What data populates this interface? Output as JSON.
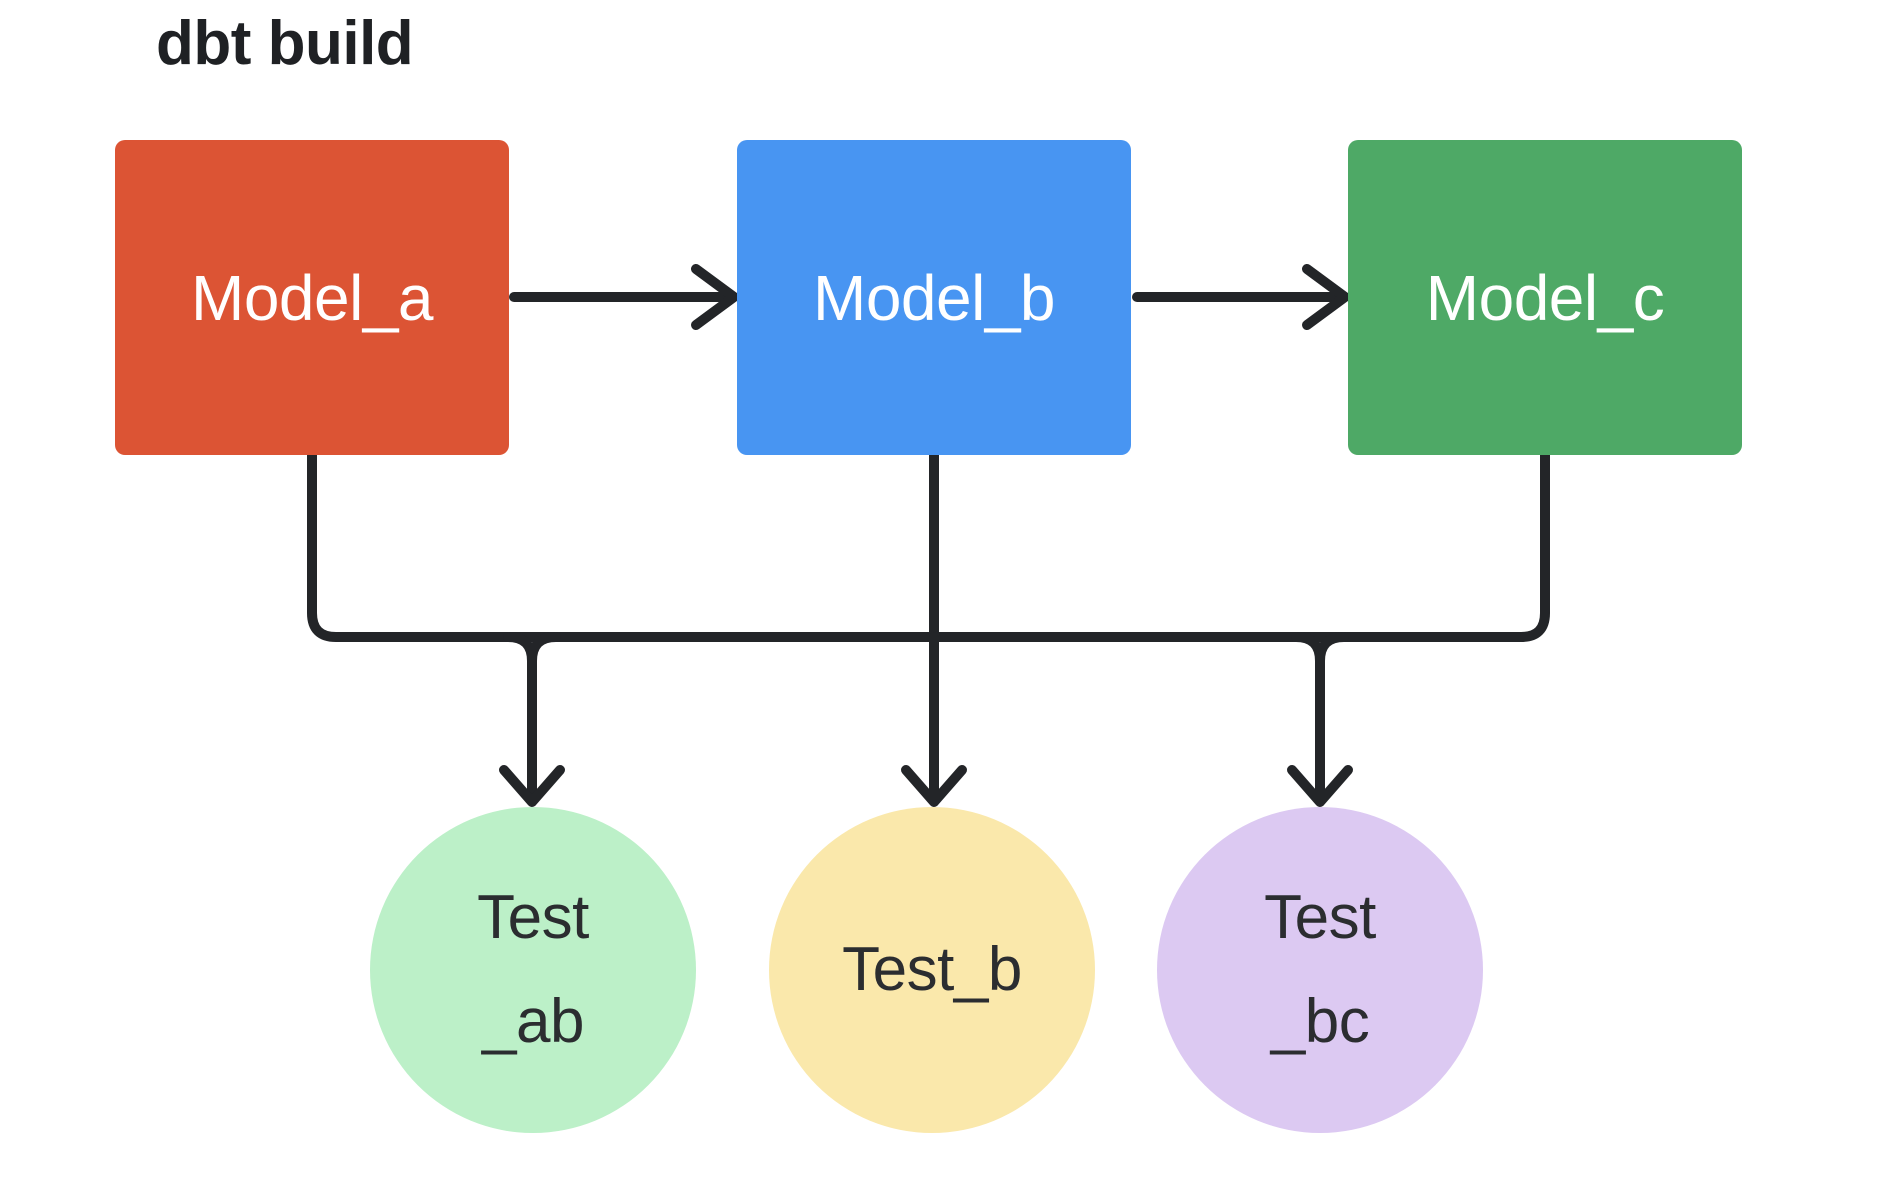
{
  "title": "dbt build",
  "models": [
    {
      "id": "model-a",
      "label": "Model_a",
      "color": "#DC5434"
    },
    {
      "id": "model-b",
      "label": "Model_b",
      "color": "#4895F2"
    },
    {
      "id": "model-c",
      "label": "Model_c",
      "color": "#4EA966"
    }
  ],
  "tests": [
    {
      "id": "test-ab",
      "line1": "Test",
      "line2": "_ab",
      "color": "#BCF0C8"
    },
    {
      "id": "test-b",
      "line1": "Test_b",
      "line2": "",
      "color": "#FAE8AB"
    },
    {
      "id": "test-bc",
      "line1": "Test",
      "line2": "_bc",
      "color": "#DCC9F2"
    }
  ],
  "arrows": {
    "horizontal": [
      {
        "from": "Model_a",
        "to": "Model_b"
      },
      {
        "from": "Model_b",
        "to": "Model_c"
      }
    ],
    "bus": {
      "connects_models": [
        "Model_a",
        "Model_b",
        "Model_c"
      ],
      "drops_to_tests": [
        "Test_ab",
        "Test_b",
        "Test_bc"
      ]
    }
  },
  "connector_color": "#232528",
  "background_color": "#FFFFFF"
}
